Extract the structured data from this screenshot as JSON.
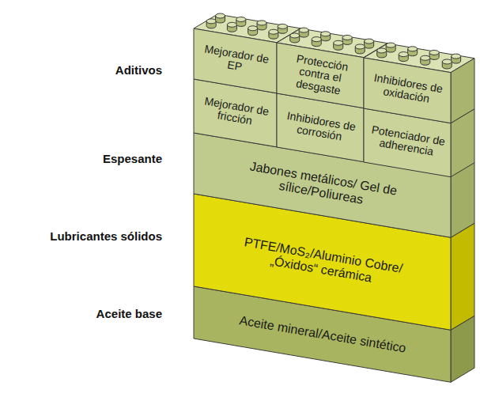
{
  "diagram": {
    "nodes": [
      {
        "text": [
          "Mejorador de EP"
        ]
      },
      {
        "text": [
          "Protección contra el desgaste"
        ]
      },
      {
        "text": [
          "Inhibidores de oxidación"
        ]
      },
      {
        "text": [
          "Mejorador de fricción"
        ]
      },
      {
        "text": [
          "Inhibidores de corrosión"
        ]
      },
      {
        "text": [
          "Potenciador de adherencia"
        ]
      },
      {
        "text": [
          "Jabones metálicos/ Gel de sílice/Poliureas"
        ]
      },
      {
        "text": [
          "PTFE/MoS₂/Aluminio Cobre/„Óxidos“ cerámica"
        ]
      },
      {
        "text": [
          "Aceite mineral/Aceite sintético"
        ]
      }
    ],
    "labels": [
      "Aditivos",
      "Espesante",
      "Lubricantes sólidos",
      "Aceite base"
    ]
  }
}
